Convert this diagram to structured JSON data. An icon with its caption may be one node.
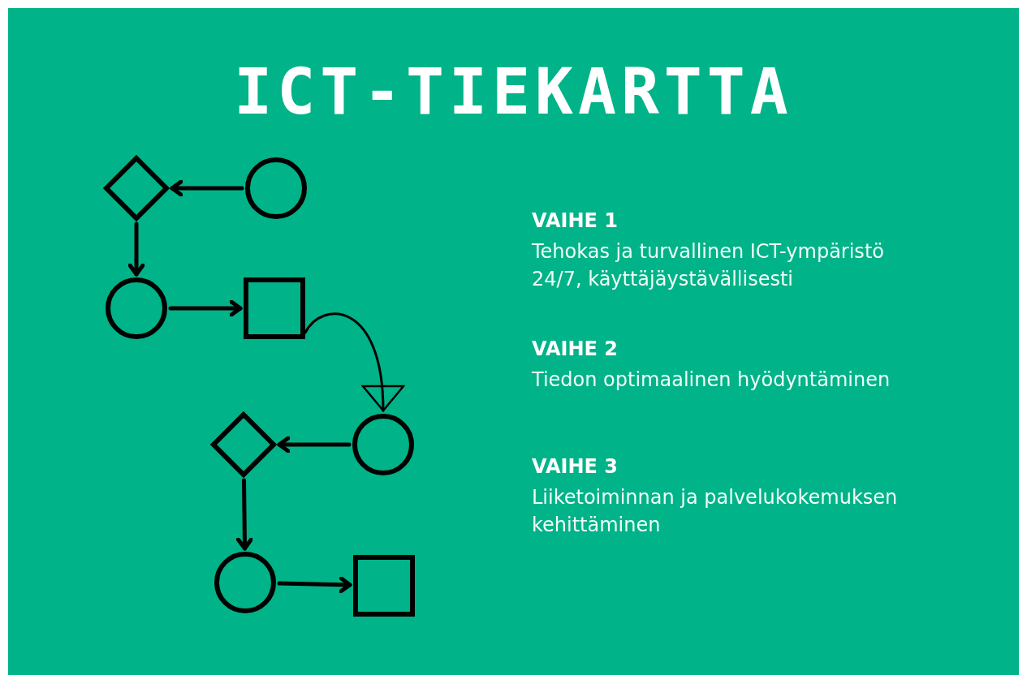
{
  "diagram": {
    "title": "ICT-TIEKARTTA",
    "nodes": [
      {
        "text": [],
        "shape": "diamond"
      },
      {
        "text": [],
        "shape": "circle"
      },
      {
        "text": [],
        "shape": "circle"
      },
      {
        "text": [],
        "shape": "box"
      },
      {
        "text": [],
        "shape": "diamond"
      },
      {
        "text": [],
        "shape": "circle"
      },
      {
        "text": [],
        "shape": "circle"
      },
      {
        "text": [],
        "shape": "box"
      }
    ],
    "edges": [
      {
        "from": 1,
        "to": 0,
        "arrow": "to"
      },
      {
        "from": 0,
        "to": 2,
        "arrow": "to"
      },
      {
        "from": 2,
        "to": 3,
        "arrow": "to"
      },
      {
        "from": 3,
        "to": 5,
        "arrow": "to"
      },
      {
        "from": 5,
        "to": 4,
        "arrow": "to"
      },
      {
        "from": 4,
        "to": 6,
        "arrow": "to"
      },
      {
        "from": 6,
        "to": 7,
        "arrow": "to"
      }
    ],
    "labels": [
      "VAIHE 1",
      "Tehokas ja turvallinen ICT-ympäristö 24/7, käyttäjäystävällisesti",
      "VAIHE 2",
      "Tiedon optimaalinen hyödyntäminen",
      "VAIHE 3",
      "Liiketoiminnan ja palvelukokemuksen kehittäminen"
    ]
  }
}
